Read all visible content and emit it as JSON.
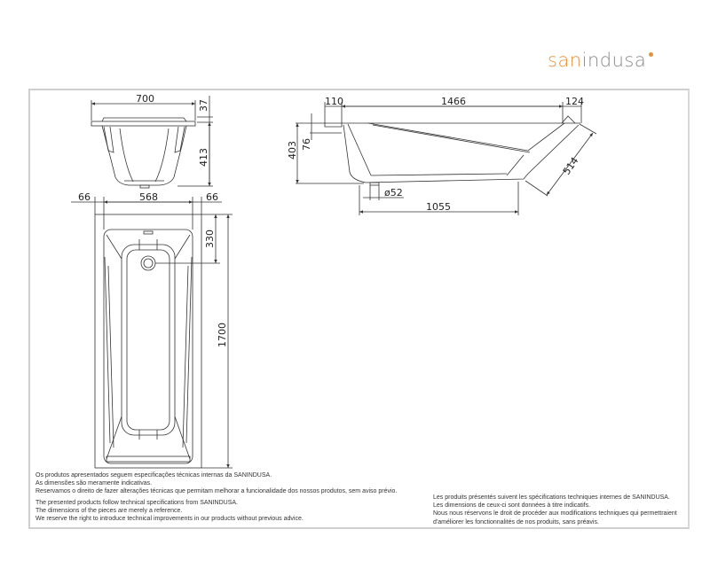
{
  "logo": {
    "part1": "san",
    "part2": "indusa"
  },
  "dimensions": {
    "end_width": "700",
    "end_rim": "37",
    "end_height": "413",
    "top_left_margin": "66",
    "top_inner_width": "568",
    "top_right_margin": "66",
    "drain_offset": "330",
    "length": "1700",
    "side_left": "110",
    "side_inner": "1466",
    "side_right": "124",
    "side_height": "403",
    "side_rim": "76",
    "drain_diameter": "ø52",
    "base_length": "1055",
    "slope_length": "514"
  },
  "notes": {
    "pt": [
      "Os produtos apresentados seguem especificações técnicas internas da SANINDUSA.",
      "As dimensões são meramente indicativas.",
      "Reservamos o direito de fazer alterações técnicas que permitam melhorar a funcionalidade dos nossos produtos, sem aviso prévio."
    ],
    "en": [
      "The presented products follow technical specifications from SANINDUSA.",
      "The dimensions of the pieces are merely a reference.",
      "We reserve the right to introduce technical improvements in our products without previous advice."
    ],
    "fr": [
      "Les produits présentés suivent les spécifications techniques internes de SANINDUSA.",
      "Les dimensions de ceux-ci sont données à titre indicatifs.",
      "Nous nous réservons le droit de procéder aux modifications techniques qui permettraient",
      "d'améliorer les fonctionnalités de nos produits, sans préavis."
    ]
  }
}
